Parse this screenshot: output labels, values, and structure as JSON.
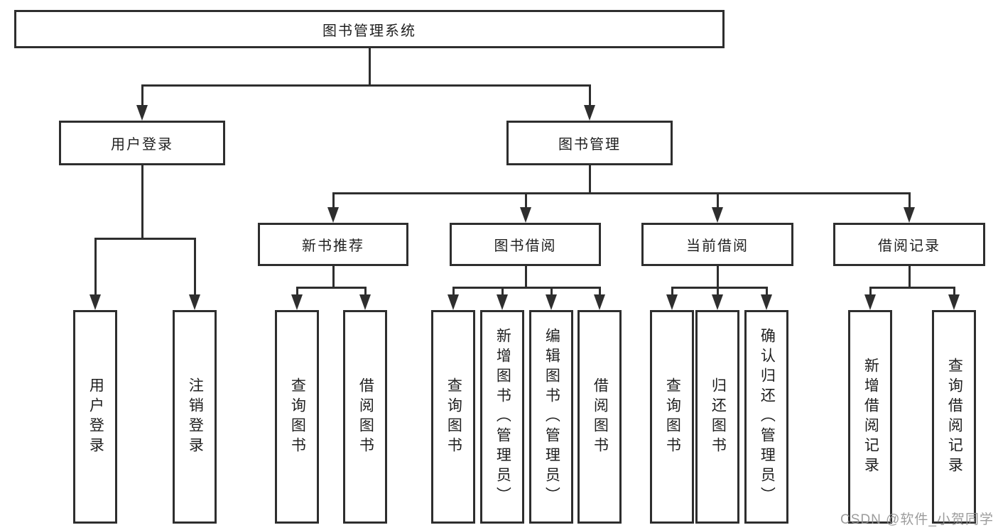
{
  "diagram": {
    "root": "图书管理系统",
    "user_login": {
      "label": "用户登录",
      "children": [
        "用户登录",
        "注销登录"
      ]
    },
    "book_management": {
      "label": "图书管理",
      "groups": [
        {
          "label": "新书推荐",
          "children": [
            "查询图书",
            "借阅图书"
          ]
        },
        {
          "label": "图书借阅",
          "children": [
            "查询图书",
            "新增图书（管理员）",
            "编辑图书（管理员）",
            "借阅图书"
          ]
        },
        {
          "label": "当前借阅",
          "children": [
            "查询图书",
            "归还图书",
            "确认归还（管理员）"
          ]
        },
        {
          "label": "借阅记录",
          "children": [
            "新增借阅记录",
            "查询借阅记录"
          ]
        }
      ]
    }
  },
  "watermark": "CSDN @软件_小贺同学",
  "colors": {
    "line": "#2e2e2e",
    "text": "#1f1f1f",
    "watermark": "#919191"
  }
}
